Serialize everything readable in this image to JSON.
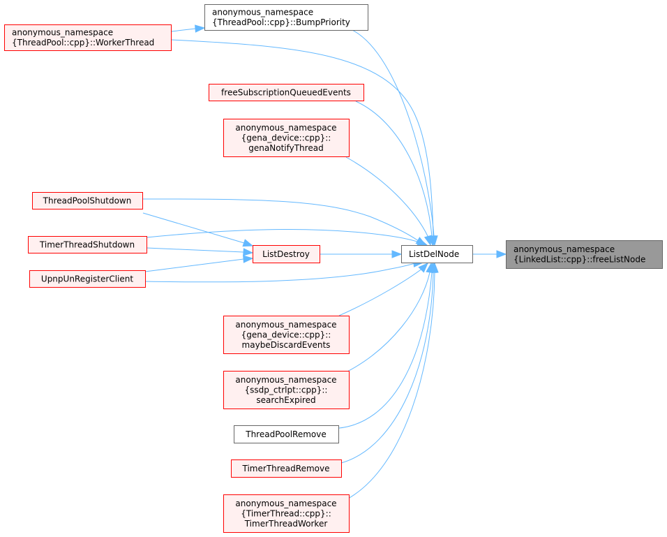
{
  "colors": {
    "edge": "#63b8ff",
    "red_border": "#ff0000",
    "red_fill": "#fff0f0",
    "gray_border": "#666666",
    "white_fill": "#ffffff",
    "highlight_fill": "#999999",
    "highlight_border": "#666666"
  },
  "nodes": [
    {
      "id": "bump",
      "lines": [
        "anonymous_namespace",
        "{ThreadPool::cpp}::BumpPriority"
      ],
      "style": "gray",
      "align": "left"
    },
    {
      "id": "worker",
      "lines": [
        "anonymous_namespace",
        "{ThreadPool::cpp}::WorkerThread"
      ],
      "style": "red",
      "align": "left"
    },
    {
      "id": "freesub",
      "lines": [
        "freeSubscriptionQueuedEvents"
      ],
      "style": "red",
      "align": "center"
    },
    {
      "id": "gena_notify",
      "lines": [
        "anonymous_namespace",
        "{gena_device::cpp}::",
        "genaNotifyThread"
      ],
      "style": "red",
      "align": "center"
    },
    {
      "id": "tp_shutdown",
      "lines": [
        "ThreadPoolShutdown"
      ],
      "style": "red",
      "align": "center"
    },
    {
      "id": "tt_shutdown",
      "lines": [
        "TimerThreadShutdown"
      ],
      "style": "red",
      "align": "center"
    },
    {
      "id": "upnp_unreg",
      "lines": [
        "UpnpUnRegisterClient"
      ],
      "style": "red",
      "align": "center"
    },
    {
      "id": "list_destroy",
      "lines": [
        "ListDestroy"
      ],
      "style": "red",
      "align": "center"
    },
    {
      "id": "list_del",
      "lines": [
        "ListDelNode"
      ],
      "style": "gray",
      "align": "left"
    },
    {
      "id": "free_list",
      "lines": [
        "anonymous_namespace",
        "{LinkedList::cpp}::freeListNode"
      ],
      "style": "highlight",
      "align": "left"
    },
    {
      "id": "maybe_discard",
      "lines": [
        "anonymous_namespace",
        "{gena_device::cpp}::",
        "maybeDiscardEvents"
      ],
      "style": "red",
      "align": "center"
    },
    {
      "id": "search_expired",
      "lines": [
        "anonymous_namespace",
        "{ssdp_ctrlpt::cpp}::",
        "searchExpired"
      ],
      "style": "red",
      "align": "center"
    },
    {
      "id": "tp_remove",
      "lines": [
        "ThreadPoolRemove"
      ],
      "style": "gray",
      "align": "center"
    },
    {
      "id": "tt_remove",
      "lines": [
        "TimerThreadRemove"
      ],
      "style": "red",
      "align": "center"
    },
    {
      "id": "tt_worker",
      "lines": [
        "anonymous_namespace",
        "{TimerThread::cpp}::",
        "TimerThreadWorker"
      ],
      "style": "red",
      "align": "center"
    }
  ],
  "edges": [
    {
      "from": "list_del",
      "to": "free_list"
    },
    {
      "from": "bump",
      "to": "list_del"
    },
    {
      "from": "worker",
      "to": "bump"
    },
    {
      "from": "worker",
      "to": "list_del"
    },
    {
      "from": "freesub",
      "to": "list_del"
    },
    {
      "from": "gena_notify",
      "to": "list_del"
    },
    {
      "from": "tp_shutdown",
      "to": "list_del"
    },
    {
      "from": "tp_shutdown",
      "to": "list_destroy"
    },
    {
      "from": "tt_shutdown",
      "to": "list_del"
    },
    {
      "from": "tt_shutdown",
      "to": "list_destroy"
    },
    {
      "from": "upnp_unreg",
      "to": "list_destroy"
    },
    {
      "from": "upnp_unreg",
      "to": "list_del"
    },
    {
      "from": "list_destroy",
      "to": "list_del"
    },
    {
      "from": "maybe_discard",
      "to": "list_del"
    },
    {
      "from": "search_expired",
      "to": "list_del"
    },
    {
      "from": "tp_remove",
      "to": "list_del"
    },
    {
      "from": "tt_remove",
      "to": "list_del"
    },
    {
      "from": "tt_worker",
      "to": "list_del"
    }
  ]
}
